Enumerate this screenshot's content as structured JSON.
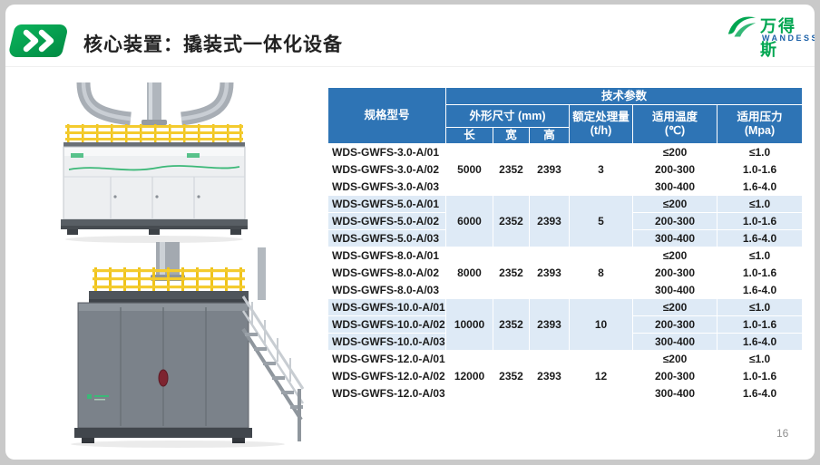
{
  "slide": {
    "title": "核心装置：撬装式一体化设备",
    "page_number": "16"
  },
  "logo": {
    "name_cn": "万得斯",
    "name_en": "WANDESS"
  },
  "icons": {
    "title_icon": "chevron-double-right",
    "logo_icon": "wandess-leaf-swoosh"
  },
  "images": {
    "top_caption": "skid-mounted integrated unit - overhead piping view",
    "bottom_caption": "skid-mounted integrated unit - front view with access stair"
  },
  "colors": {
    "header_blue": "#2E74B5",
    "row_light_blue": "#DEEAF6",
    "accent_green": "#00A651",
    "logo_blue": "#1C61A8",
    "railing_yellow": "#F4CB2E"
  },
  "table": {
    "header": {
      "model": "规格型号",
      "tech_params": "技术参数",
      "dimensions": "外形尺寸 (mm)",
      "length": "长",
      "width": "宽",
      "height": "高",
      "capacity_line1": "额定处理量",
      "capacity_line2": "(t/h)",
      "temperature_line1": "适用温度",
      "temperature_line2": "(℃)",
      "pressure_line1": "适用压力",
      "pressure_line2": "(Mpa)"
    },
    "groups": [
      {
        "length": "5000",
        "width": "2352",
        "height": "2393",
        "capacity": "3",
        "rows": [
          {
            "model": "WDS-GWFS-3.0-A/01",
            "temperature": "≤200",
            "pressure": "≤1.0"
          },
          {
            "model": "WDS-GWFS-3.0-A/02",
            "temperature": "200-300",
            "pressure": "1.0-1.6"
          },
          {
            "model": "WDS-GWFS-3.0-A/03",
            "temperature": "300-400",
            "pressure": "1.6-4.0"
          }
        ]
      },
      {
        "length": "6000",
        "width": "2352",
        "height": "2393",
        "capacity": "5",
        "rows": [
          {
            "model": "WDS-GWFS-5.0-A/01",
            "temperature": "≤200",
            "pressure": "≤1.0"
          },
          {
            "model": "WDS-GWFS-5.0-A/02",
            "temperature": "200-300",
            "pressure": "1.0-1.6"
          },
          {
            "model": "WDS-GWFS-5.0-A/03",
            "temperature": "300-400",
            "pressure": "1.6-4.0"
          }
        ]
      },
      {
        "length": "8000",
        "width": "2352",
        "height": "2393",
        "capacity": "8",
        "rows": [
          {
            "model": "WDS-GWFS-8.0-A/01",
            "temperature": "≤200",
            "pressure": "≤1.0"
          },
          {
            "model": "WDS-GWFS-8.0-A/02",
            "temperature": "200-300",
            "pressure": "1.0-1.6"
          },
          {
            "model": "WDS-GWFS-8.0-A/03",
            "temperature": "300-400",
            "pressure": "1.6-4.0"
          }
        ]
      },
      {
        "length": "10000",
        "width": "2352",
        "height": "2393",
        "capacity": "10",
        "rows": [
          {
            "model": "WDS-GWFS-10.0-A/01",
            "temperature": "≤200",
            "pressure": "≤1.0"
          },
          {
            "model": "WDS-GWFS-10.0-A/02",
            "temperature": "200-300",
            "pressure": "1.0-1.6"
          },
          {
            "model": "WDS-GWFS-10.0-A/03",
            "temperature": "300-400",
            "pressure": "1.6-4.0"
          }
        ]
      },
      {
        "length": "12000",
        "width": "2352",
        "height": "2393",
        "capacity": "12",
        "rows": [
          {
            "model": "WDS-GWFS-12.0-A/01",
            "temperature": "≤200",
            "pressure": "≤1.0"
          },
          {
            "model": "WDS-GWFS-12.0-A/02",
            "temperature": "200-300",
            "pressure": "1.0-1.6"
          },
          {
            "model": "WDS-GWFS-12.0-A/03",
            "temperature": "300-400",
            "pressure": "1.6-4.0"
          }
        ]
      }
    ]
  }
}
